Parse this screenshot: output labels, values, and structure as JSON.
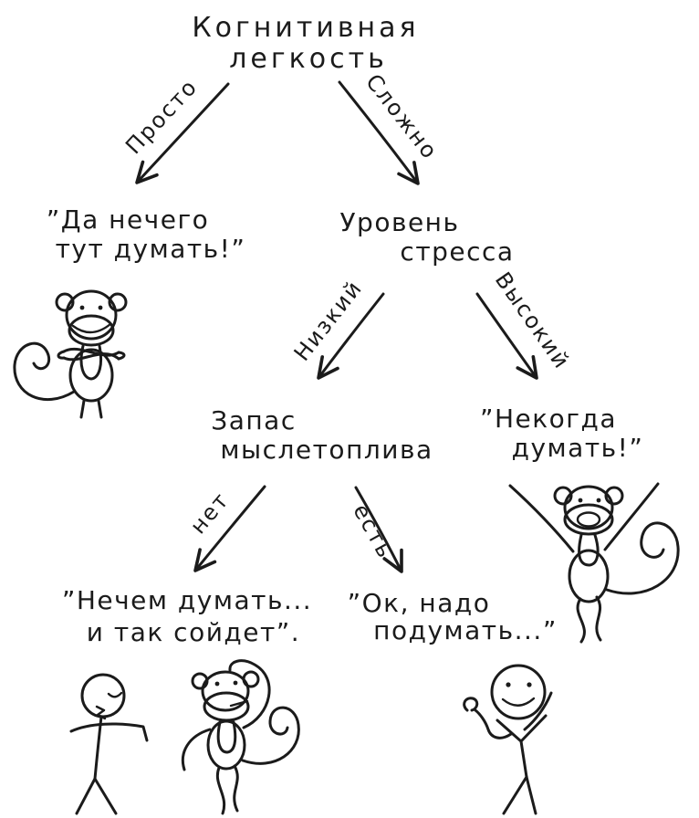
{
  "colors": {
    "ink": "#1b1b1b",
    "background": "#ffffff"
  },
  "title": {
    "line1": "Когнитивная",
    "line2": "легкость"
  },
  "edges": {
    "simple": {
      "label": "Просто"
    },
    "complex": {
      "label": "Сложно"
    },
    "low": {
      "label": "Низкий"
    },
    "high": {
      "label": "Высокий"
    },
    "no": {
      "label": "нет"
    },
    "yes": {
      "label": "есть"
    }
  },
  "nodes": {
    "no_need_to_think": {
      "line1": "”Да нечего",
      "line2": "тут думать!”"
    },
    "stress_level": {
      "line1": "Уровень",
      "line2": "стресса"
    },
    "thought_fuel": {
      "line1": "Запас",
      "line2": "мыслетоплива"
    },
    "no_time_to_think": {
      "line1": "”Некогда",
      "line2": "думать!”"
    },
    "nothing_to_think": {
      "line1": "”Нечем думать...",
      "line2": "и так сойдет”."
    },
    "ok_lets_think": {
      "line1": "”Ок, надо",
      "line2": "подумать...”"
    }
  },
  "figures": {
    "calm_monkey": "monkey-arms-crossed-icon",
    "panicked_monkey": "monkey-arms-up-icon",
    "puzzled_monkey": "monkey-scratching-head-icon",
    "slumped_person": "person-slumped-icon",
    "happy_person": "person-smiling-icon"
  }
}
